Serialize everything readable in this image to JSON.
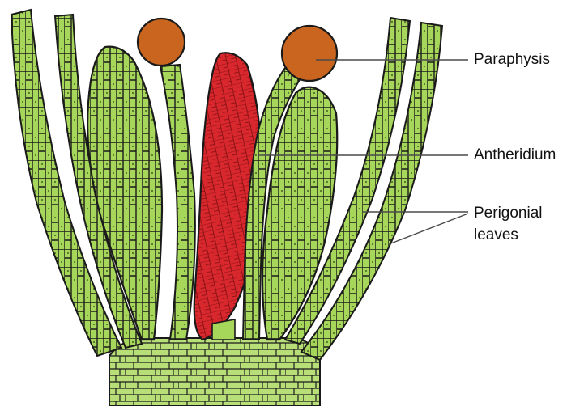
{
  "diagram": {
    "labels": {
      "paraphysis": "Paraphysis",
      "antheridium": "Antheridium",
      "perigonial_line1": "Perigonial",
      "perigonial_line2": "leaves"
    },
    "colors": {
      "leaf_fill": "#a6d65a",
      "outline": "#1a1a1a",
      "antheridium_fill": "#d9272e",
      "paraphysis_head": "#c9651f",
      "base_fill": "#b8de78"
    }
  }
}
